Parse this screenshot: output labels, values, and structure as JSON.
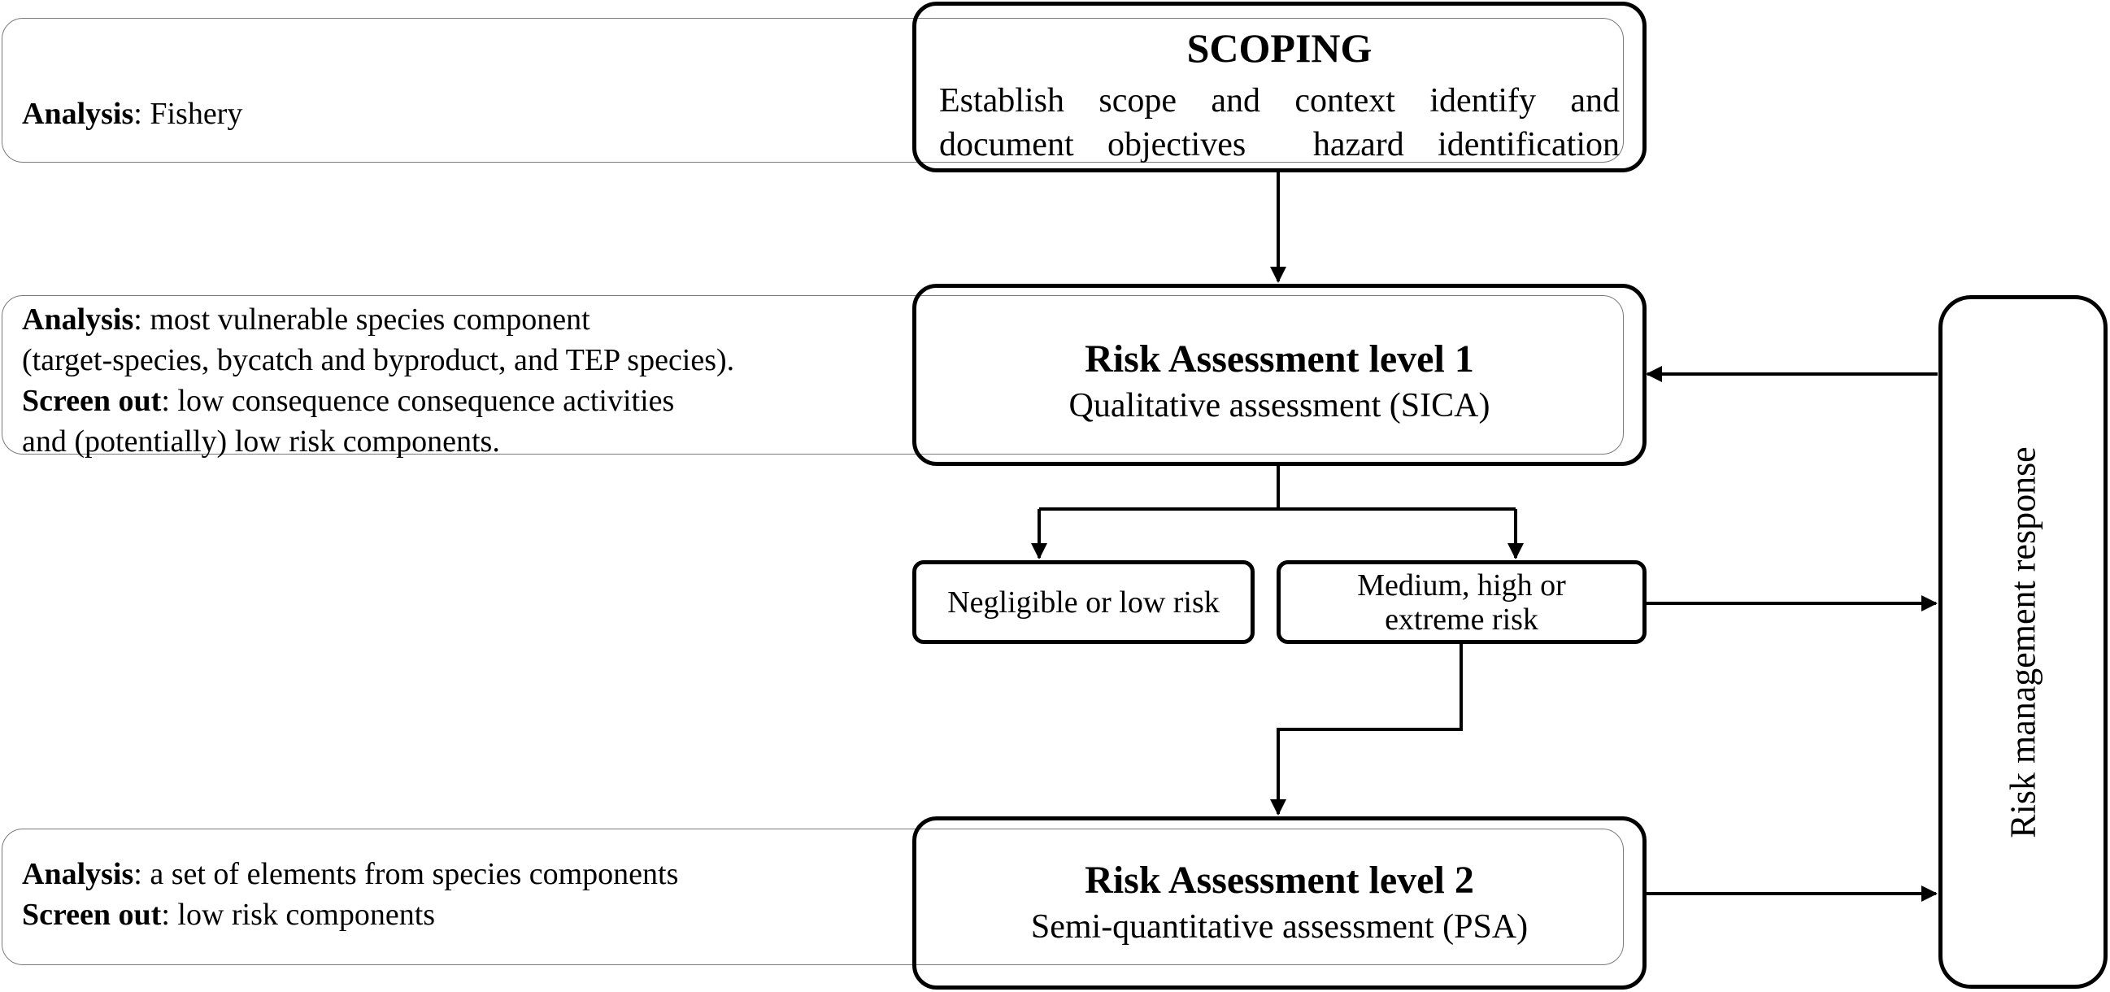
{
  "scoping": {
    "title": "SCOPING",
    "line1": "Establish  scope  and  context  identify  and",
    "line2": "document objectives  hazard identification"
  },
  "note1": {
    "line1_bold": "Analysis",
    "line1_rest": ": Fishery"
  },
  "level1": {
    "title": "Risk Assessment level 1",
    "subtitle": "Qualitative assessment (SICA)"
  },
  "note2": {
    "line1_bold": "Analysis",
    "line1_rest": ": most vulnerable species component",
    "line2": "(target-species, bycatch and byproduct, and TEP species).",
    "line3_bold": "Screen out",
    "line3_rest": ": low consequence consequence activities",
    "line4": "and (potentially) low risk components."
  },
  "outcomes": {
    "low": "Negligible or low risk",
    "high_line1": "Medium, high or",
    "high_line2": "extreme risk"
  },
  "level2": {
    "title": "Risk Assessment level 2",
    "subtitle": "Semi-quantitative assessment (PSA)"
  },
  "note3": {
    "line1_bold": "Analysis",
    "line1_rest": ": a set of elements from species components",
    "line2_bold": "Screen out",
    "line2_rest": ": low risk components"
  },
  "response": {
    "label": "Risk management response"
  }
}
